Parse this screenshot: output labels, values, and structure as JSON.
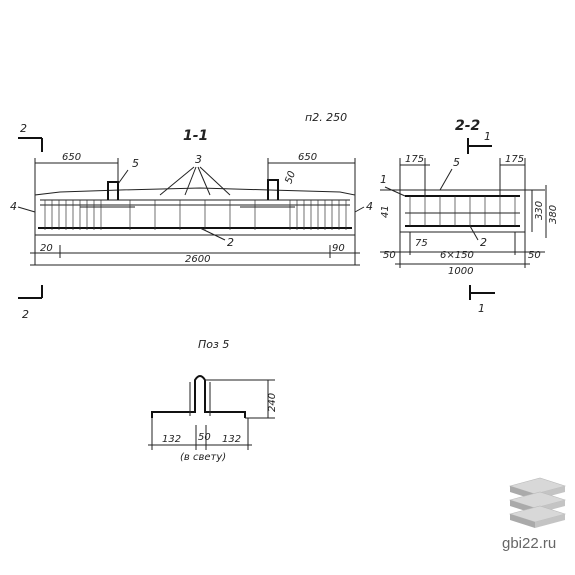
{
  "sheet_ref": "п2. 250",
  "section_1": {
    "title": "1-1",
    "cut_marks": [
      "2",
      "2"
    ],
    "dims": {
      "left_end": "650",
      "right_end": "650",
      "total_length": "2600",
      "bottom_left": "20",
      "bottom_right": "90",
      "hook_height": "50"
    },
    "positions": {
      "p1": "5",
      "p2": "3",
      "p3": "2",
      "p4_left": "4",
      "p4_right": "4"
    }
  },
  "section_2": {
    "title": "2-2",
    "cut_marks": [
      "1",
      "1"
    ],
    "dims": {
      "top_left": "175",
      "top_right": "175",
      "inner_height": "330",
      "outer_height": "380",
      "bottom_left": "50",
      "cover": "75",
      "spacing": "6×150",
      "width": "1000",
      "bottom_right": "50",
      "side": "41"
    },
    "positions": {
      "p5": "5",
      "p1": "1",
      "p2": "2"
    }
  },
  "detail": {
    "title": "Поз 5",
    "dims": {
      "left": "132",
      "mid": "50",
      "right": "132",
      "height": "240",
      "note": "(в свету)"
    }
  },
  "watermark": {
    "text": "gbi22.ru",
    "icon": "stacked-slabs-icon"
  }
}
